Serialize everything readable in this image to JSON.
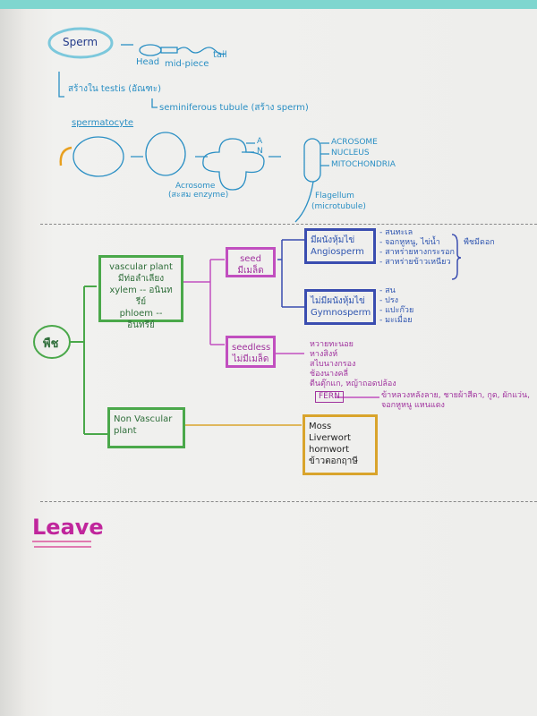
{
  "sperm": {
    "title": "Sperm",
    "head": "Head",
    "midpiece": "mid-piece",
    "tail": "tail",
    "made_in": "สร้างใน testis (อัณฑะ)",
    "tubule": "seminiferous tubule (สร้าง sperm)"
  },
  "spermatocyte": {
    "title": "spermatocyte",
    "acrosome_note": "Acrosome",
    "enzyme_note": "(สะสม enzyme)",
    "a": "A",
    "n": "N",
    "labels": [
      "ACROSOME",
      "NUCLEUS",
      "MITOCHONDRIA"
    ],
    "flagellum": "Flagellum",
    "microtubule": "(microtubule)"
  },
  "plants": {
    "root": "พืช",
    "vascular": [
      "vascular plant",
      "มีท่อลำเลียง",
      "xylem -- อนินทรีย์",
      "phloem -- อินทรีย์"
    ],
    "seed": [
      "seed",
      "มีเมล็ด"
    ],
    "seedless": [
      "seedless",
      "ไม่มีเมล็ด"
    ],
    "angiosperm": [
      "มีผนังหุ้มไข่",
      "Angiosperm"
    ],
    "angio_examples": [
      "- สนทะเล",
      "- จอกหูหนู, ไข่น้ำ",
      "- สาหร่ายหางกระรอก",
      "- สาหร่ายข้าวเหนียว"
    ],
    "flowering": "พืชมีดอก",
    "gymnosperm": [
      "ไม่มีผนังหุ้มไข่",
      "Gymnosperm"
    ],
    "gymno_examples": [
      "- สน",
      "- ปรง",
      "- แปะก๊วย",
      "- มะเมื่อย"
    ],
    "seedless_examples": [
      "หวายทะนอย",
      "หางสิงห์",
      "สไบนางกรอง",
      "ช้องนางคลี่",
      "ตีนตุ๊กแก, หญ้าถอดปล้อง"
    ],
    "fern": "FERN",
    "fern_examples": [
      "ข้าหลวงหลังลาย, ชายผ้าสีดา, กูด, ผักแว่น,",
      "จอกหูหนู แหนแดง"
    ],
    "nonvascular": [
      "Non Vascular",
      "plant"
    ],
    "nonvascular_examples": [
      "Moss",
      "Liverwort",
      "hornwort",
      "ข้าวตอกฤาษี"
    ]
  },
  "leave": "Leave",
  "colors": {
    "blue": "#2a8fc4",
    "green": "#4aa84a",
    "pink": "#c14fbf",
    "navy": "#3a4db0",
    "gold": "#d9a42c",
    "leave": "#c0269c"
  }
}
